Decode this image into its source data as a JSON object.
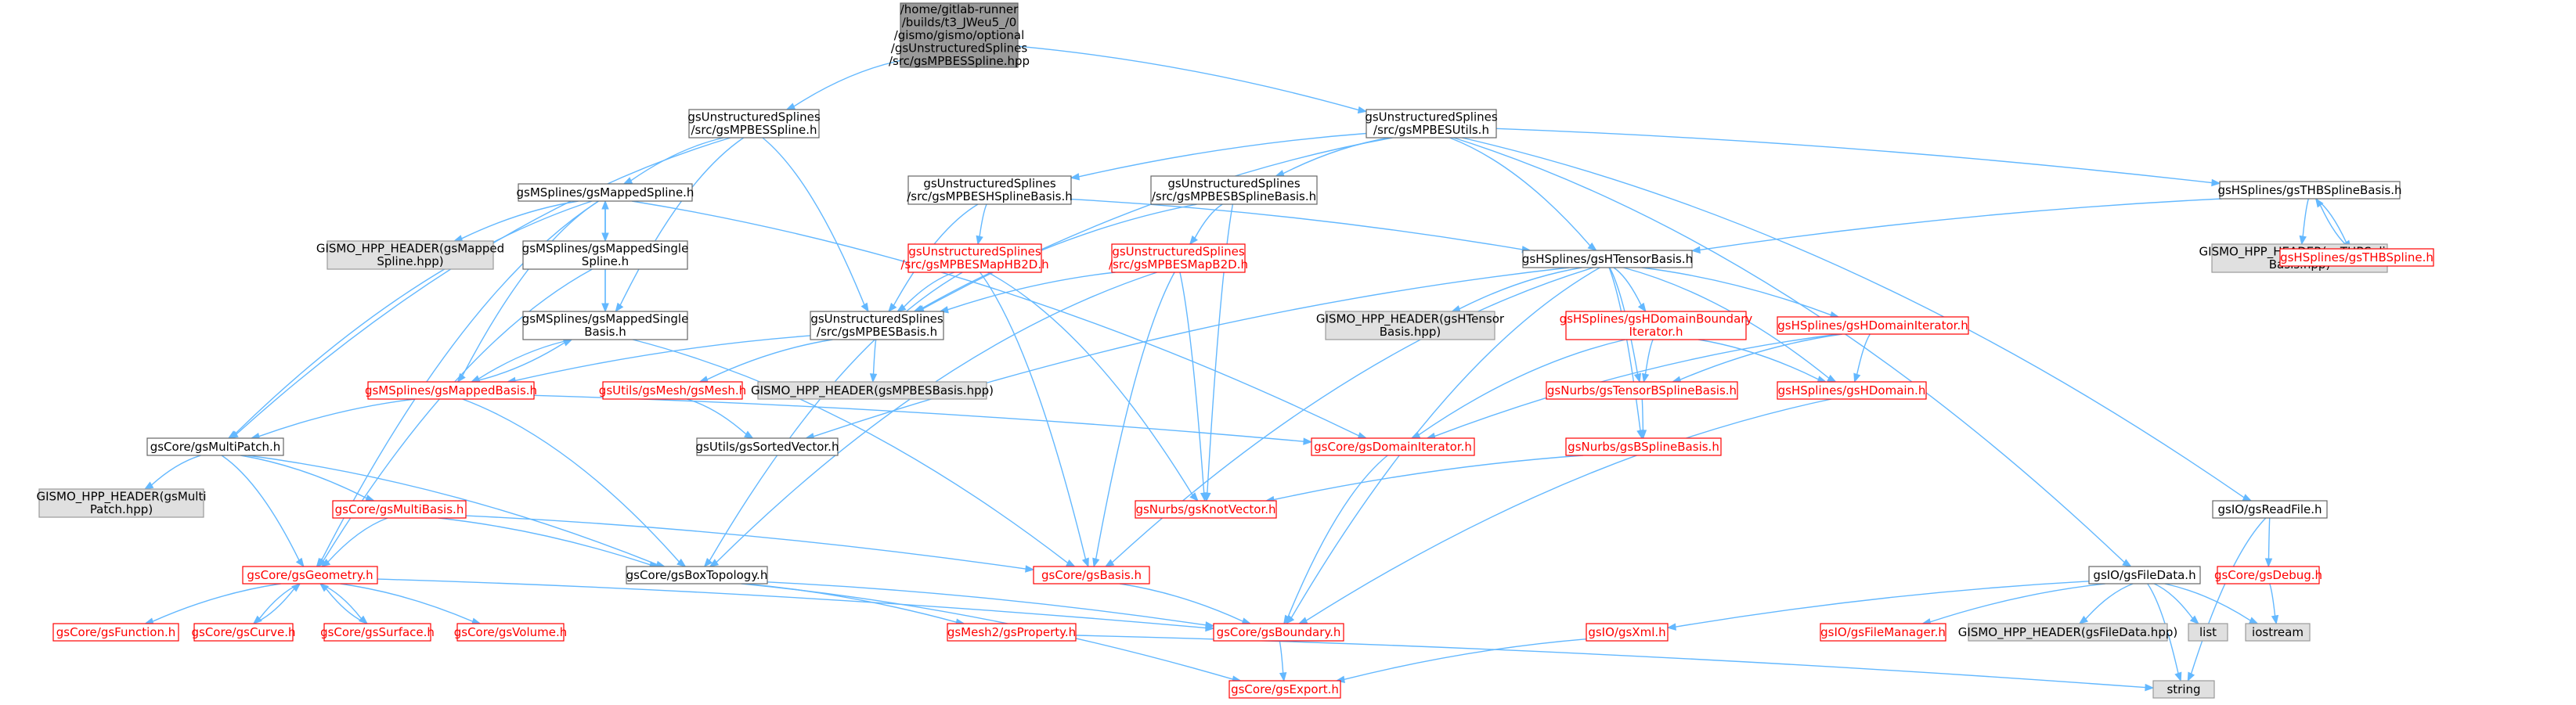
{
  "colors": {
    "edge": "#63b8ff",
    "root_fill": "#999999",
    "root_border": "#666666",
    "plain_fill": "#ffffff",
    "plain_border": "#666666",
    "red_border": "#ff0000",
    "red_text": "#ff0000",
    "external_fill": "#e0e0e0",
    "external_border": "#999999",
    "text": "#000000"
  },
  "nodes": [
    {
      "id": "root",
      "style": "root",
      "lines": [
        "/home/gitlab-runner",
        "/builds/t3_JWeu5_/0",
        "/gismo/gismo/optional",
        "/gsUnstructuredSplines",
        "/src/gsMPBESSpline.hpp"
      ]
    },
    {
      "id": "mpbesspline_h",
      "style": "plain",
      "lines": [
        "gsUnstructuredSplines",
        "/src/gsMPBESSpline.h"
      ]
    },
    {
      "id": "mpbesutils_h",
      "style": "plain",
      "lines": [
        "gsUnstructuredSplines",
        "/src/gsMPBESUtils.h"
      ]
    },
    {
      "id": "mappedspline",
      "style": "plain",
      "lines": [
        "gsMSplines/gsMappedSpline.h"
      ]
    },
    {
      "id": "hsplinebasis",
      "style": "plain",
      "lines": [
        "gsUnstructuredSplines",
        "/src/gsMPBESHSplineBasis.h"
      ]
    },
    {
      "id": "bsplinebasis",
      "style": "plain",
      "lines": [
        "gsUnstructuredSplines",
        "/src/gsMPBESBSplineBasis.h"
      ]
    },
    {
      "id": "thbsplinebasis",
      "style": "plain",
      "lines": [
        "gsHSplines/gsTHBSplineBasis.h"
      ]
    },
    {
      "id": "gismo_mapped_spline",
      "style": "external",
      "lines": [
        "GISMO_HPP_HEADER(gsMapped",
        "Spline.hpp)"
      ]
    },
    {
      "id": "mappedsinglespline",
      "style": "plain",
      "lines": [
        "gsMSplines/gsMappedSingle",
        "Spline.h"
      ]
    },
    {
      "id": "mapthb2d",
      "style": "red",
      "lines": [
        "gsUnstructuredSplines",
        "/src/gsMPBESMapHB2D.h"
      ]
    },
    {
      "id": "mapb2d",
      "style": "red",
      "lines": [
        "gsUnstructuredSplines",
        "/src/gsMPBESMapB2D.h"
      ]
    },
    {
      "id": "htensorbasis",
      "style": "plain",
      "lines": [
        "gsHSplines/gsHTensorBasis.h"
      ]
    },
    {
      "id": "gismo_thb",
      "style": "external",
      "lines": [
        "GISMO_HPP_HEADER(gsTHBSpline",
        "Basis.hpp)"
      ]
    },
    {
      "id": "thbspline",
      "style": "red",
      "lines": [
        "gsHSplines/gsTHBSpline.h"
      ]
    },
    {
      "id": "mappedsinglebasis",
      "style": "plain",
      "lines": [
        "gsMSplines/gsMappedSingle",
        "Basis.h"
      ]
    },
    {
      "id": "mpbesbasis",
      "style": "plain",
      "lines": [
        "gsUnstructuredSplines",
        "/src/gsMPBESBasis.h"
      ]
    },
    {
      "id": "gismo_htensor",
      "style": "external",
      "lines": [
        "GISMO_HPP_HEADER(gsHTensor",
        "Basis.hpp)"
      ]
    },
    {
      "id": "hdomainboundary",
      "style": "red",
      "lines": [
        "gsHSplines/gsHDomainBoundary",
        "Iterator.h"
      ]
    },
    {
      "id": "hdomainiterator",
      "style": "red",
      "lines": [
        "gsHSplines/gsHDomainIterator.h"
      ]
    },
    {
      "id": "mappedbasis",
      "style": "red",
      "lines": [
        "gsMSplines/gsMappedBasis.h"
      ]
    },
    {
      "id": "gsmesh",
      "style": "red",
      "lines": [
        "gsUtils/gsMesh/gsMesh.h"
      ]
    },
    {
      "id": "gismo_mpbesbasis",
      "style": "external",
      "lines": [
        "GISMO_HPP_HEADER(gsMPBESBasis.hpp)"
      ]
    },
    {
      "id": "tensorbsplinebasis",
      "style": "red",
      "lines": [
        "gsNurbs/gsTensorBSplineBasis.h"
      ]
    },
    {
      "id": "hdomain",
      "style": "red",
      "lines": [
        "gsHSplines/gsHDomain.h"
      ]
    },
    {
      "id": "multipatch",
      "style": "plain",
      "lines": [
        "gsCore/gsMultiPatch.h"
      ]
    },
    {
      "id": "sortedvector",
      "style": "plain",
      "lines": [
        "gsUtils/gsSortedVector.h"
      ]
    },
    {
      "id": "domainiterator",
      "style": "red",
      "lines": [
        "gsCore/gsDomainIterator.h"
      ]
    },
    {
      "id": "bsplinebasis_nurbs",
      "style": "red",
      "lines": [
        "gsNurbs/gsBSplineBasis.h"
      ]
    },
    {
      "id": "gismo_multipatch",
      "style": "external",
      "lines": [
        "GISMO_HPP_HEADER(gsMulti",
        "Patch.hpp)"
      ]
    },
    {
      "id": "multibasis",
      "style": "red",
      "lines": [
        "gsCore/gsMultiBasis.h"
      ]
    },
    {
      "id": "knotvector",
      "style": "red",
      "lines": [
        "gsNurbs/gsKnotVector.h"
      ]
    },
    {
      "id": "readfile",
      "style": "plain",
      "lines": [
        "gsIO/gsReadFile.h"
      ]
    },
    {
      "id": "geometry",
      "style": "red",
      "lines": [
        "gsCore/gsGeometry.h"
      ]
    },
    {
      "id": "boxtopology",
      "style": "plain",
      "lines": [
        "gsCore/gsBoxTopology.h"
      ]
    },
    {
      "id": "gsbasis",
      "style": "red",
      "lines": [
        "gsCore/gsBasis.h"
      ]
    },
    {
      "id": "filedata",
      "style": "plain",
      "lines": [
        "gsIO/gsFileData.h"
      ]
    },
    {
      "id": "debug",
      "style": "red",
      "lines": [
        "gsCore/gsDebug.h"
      ]
    },
    {
      "id": "function",
      "style": "red",
      "lines": [
        "gsCore/gsFunction.h"
      ]
    },
    {
      "id": "curve",
      "style": "red",
      "lines": [
        "gsCore/gsCurve.h"
      ]
    },
    {
      "id": "surface",
      "style": "red",
      "lines": [
        "gsCore/gsSurface.h"
      ]
    },
    {
      "id": "volume",
      "style": "red",
      "lines": [
        "gsCore/gsVolume.h"
      ]
    },
    {
      "id": "property",
      "style": "red",
      "lines": [
        "gsMesh2/gsProperty.h"
      ]
    },
    {
      "id": "boundary",
      "style": "red",
      "lines": [
        "gsCore/gsBoundary.h"
      ]
    },
    {
      "id": "xml",
      "style": "red",
      "lines": [
        "gsIO/gsXml.h"
      ]
    },
    {
      "id": "filemanager",
      "style": "red",
      "lines": [
        "gsIO/gsFileManager.h"
      ]
    },
    {
      "id": "gismo_filedata",
      "style": "external",
      "lines": [
        "GISMO_HPP_HEADER(gsFileData.hpp)"
      ]
    },
    {
      "id": "list",
      "style": "external",
      "lines": [
        "list"
      ]
    },
    {
      "id": "iostream",
      "style": "external",
      "lines": [
        "iostream"
      ]
    },
    {
      "id": "export",
      "style": "red",
      "lines": [
        "gsCore/gsExport.h"
      ]
    },
    {
      "id": "string",
      "style": "external",
      "lines": [
        "string"
      ]
    }
  ],
  "edges": [
    [
      "root",
      "mpbesspline_h"
    ],
    [
      "root",
      "mpbesutils_h"
    ],
    [
      "mpbesspline_h",
      "mappedspline"
    ],
    [
      "mpbesspline_h",
      "mappedsinglebasis"
    ],
    [
      "mpbesspline_h",
      "mpbesbasis"
    ],
    [
      "mpbesspline_h",
      "multipatch"
    ],
    [
      "mpbesutils_h",
      "hsplinebasis"
    ],
    [
      "mpbesutils_h",
      "bsplinebasis"
    ],
    [
      "mpbesutils_h",
      "thbsplinebasis"
    ],
    [
      "mpbesutils_h",
      "htensorbasis"
    ],
    [
      "mpbesutils_h",
      "mpbesbasis"
    ],
    [
      "mpbesutils_h",
      "filedata"
    ],
    [
      "mpbesutils_h",
      "readfile"
    ],
    [
      "mappedspline",
      "gismo_mapped_spline"
    ],
    [
      "mappedspline",
      "mappedsinglespline"
    ],
    [
      "mappedspline",
      "mappedsinglebasis"
    ],
    [
      "mappedspline",
      "mappedbasis"
    ],
    [
      "mappedspline",
      "multipatch"
    ],
    [
      "mappedspline",
      "geometry"
    ],
    [
      "mappedspline",
      "domainiterator"
    ],
    [
      "mappedsinglespline",
      "mappedspline"
    ],
    [
      "mappedsinglespline",
      "mappedsinglebasis"
    ],
    [
      "mappedsinglespline",
      "geometry"
    ],
    [
      "hsplinebasis",
      "mapthb2d"
    ],
    [
      "hsplinebasis",
      "mpbesbasis"
    ],
    [
      "hsplinebasis",
      "htensorbasis"
    ],
    [
      "bsplinebasis",
      "mapb2d"
    ],
    [
      "bsplinebasis",
      "mpbesbasis"
    ],
    [
      "bsplinebasis",
      "knotvector"
    ],
    [
      "thbsplinebasis",
      "gismo_thb"
    ],
    [
      "thbsplinebasis",
      "thbspline"
    ],
    [
      "thbsplinebasis",
      "htensorbasis"
    ],
    [
      "thbspline",
      "thbsplinebasis"
    ],
    [
      "mapthb2d",
      "mpbesbasis"
    ],
    [
      "mapthb2d",
      "knotvector"
    ],
    [
      "mapthb2d",
      "gsbasis"
    ],
    [
      "mapthb2d",
      "boxtopology"
    ],
    [
      "mapb2d",
      "mpbesbasis"
    ],
    [
      "mapb2d",
      "knotvector"
    ],
    [
      "mapb2d",
      "gsbasis"
    ],
    [
      "mapb2d",
      "boxtopology"
    ],
    [
      "htensorbasis",
      "gismo_htensor"
    ],
    [
      "htensorbasis",
      "hdomainboundary"
    ],
    [
      "htensorbasis",
      "hdomainiterator"
    ],
    [
      "htensorbasis",
      "tensorbsplinebasis"
    ],
    [
      "htensorbasis",
      "hdomain"
    ],
    [
      "htensorbasis",
      "sortedvector"
    ],
    [
      "htensorbasis",
      "bsplinebasis_nurbs"
    ],
    [
      "htensorbasis",
      "gsbasis"
    ],
    [
      "htensorbasis",
      "boundary"
    ],
    [
      "mappedsinglebasis",
      "mappedbasis"
    ],
    [
      "mappedsinglebasis",
      "gsbasis"
    ],
    [
      "mpbesbasis",
      "mappedbasis"
    ],
    [
      "mpbesbasis",
      "gsmesh"
    ],
    [
      "mpbesbasis",
      "gismo_mpbesbasis"
    ],
    [
      "hdomainboundary",
      "tensorbsplinebasis"
    ],
    [
      "hdomainboundary",
      "hdomain"
    ],
    [
      "hdomainboundary",
      "domainiterator"
    ],
    [
      "hdomainiterator",
      "tensorbsplinebasis"
    ],
    [
      "hdomainiterator",
      "hdomain"
    ],
    [
      "hdomainiterator",
      "domainiterator"
    ],
    [
      "mappedbasis",
      "mappedsinglebasis"
    ],
    [
      "mappedbasis",
      "multipatch"
    ],
    [
      "mappedbasis",
      "domainiterator"
    ],
    [
      "mappedbasis",
      "boxtopology"
    ],
    [
      "gsmesh",
      "sortedvector"
    ],
    [
      "tensorbsplinebasis",
      "bsplinebasis_nurbs"
    ],
    [
      "hdomain",
      "boundary"
    ],
    [
      "multipatch",
      "gismo_multipatch"
    ],
    [
      "multipatch",
      "multibasis"
    ],
    [
      "multipatch",
      "geometry"
    ],
    [
      "multipatch",
      "boxtopology"
    ],
    [
      "domainiterator",
      "boundary"
    ],
    [
      "bsplinebasis_nurbs",
      "knotvector"
    ],
    [
      "multibasis",
      "geometry"
    ],
    [
      "multibasis",
      "boxtopology"
    ],
    [
      "multibasis",
      "gsbasis"
    ],
    [
      "readfile",
      "debug"
    ],
    [
      "readfile",
      "string"
    ],
    [
      "geometry",
      "function"
    ],
    [
      "geometry",
      "curve"
    ],
    [
      "geometry",
      "surface"
    ],
    [
      "geometry",
      "volume"
    ],
    [
      "geometry",
      "boundary"
    ],
    [
      "curve",
      "geometry"
    ],
    [
      "surface",
      "geometry"
    ],
    [
      "boxtopology",
      "property"
    ],
    [
      "boxtopology",
      "boundary"
    ],
    [
      "boxtopology",
      "export"
    ],
    [
      "gsbasis",
      "boundary"
    ],
    [
      "filedata",
      "xml"
    ],
    [
      "filedata",
      "filemanager"
    ],
    [
      "filedata",
      "gismo_filedata"
    ],
    [
      "filedata",
      "list"
    ],
    [
      "filedata",
      "iostream"
    ],
    [
      "filedata",
      "string"
    ],
    [
      "debug",
      "iostream"
    ],
    [
      "boundary",
      "export"
    ],
    [
      "property",
      "string"
    ],
    [
      "xml",
      "export"
    ]
  ]
}
